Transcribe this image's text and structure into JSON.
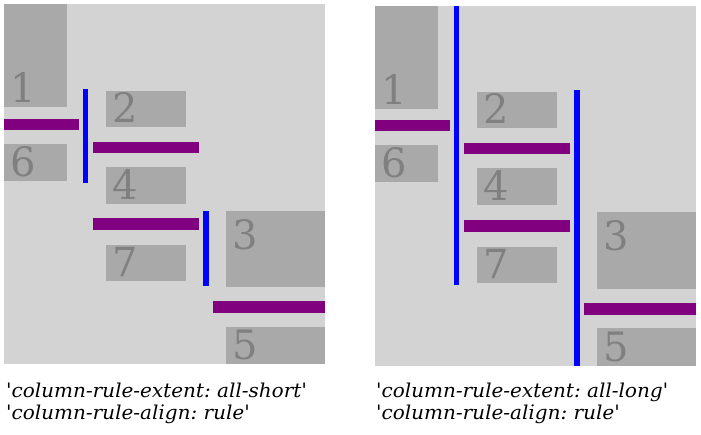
{
  "colors": {
    "page_bg": "#ffffff",
    "panel_bg": "#d3d3d3",
    "box_bg": "#a9a9a9",
    "number": "#808080",
    "rule_purple": "#800080",
    "rule_blue": "#0000ff",
    "caption": "#000000"
  },
  "panels": [
    {
      "name": "all-short",
      "blocks": [
        {
          "number": "1"
        },
        {
          "number": "2"
        },
        {
          "number": "3"
        },
        {
          "number": "4"
        },
        {
          "number": "5"
        },
        {
          "number": "6"
        },
        {
          "number": "7"
        }
      ],
      "caption": {
        "quote": "'",
        "line1": "column-rule-extent: all-short",
        "line2": "column-rule-align: rule"
      }
    },
    {
      "name": "all-long",
      "blocks": [
        {
          "number": "1"
        },
        {
          "number": "2"
        },
        {
          "number": "3"
        },
        {
          "number": "4"
        },
        {
          "number": "5"
        },
        {
          "number": "6"
        },
        {
          "number": "7"
        }
      ],
      "caption": {
        "quote": "'",
        "line1": "column-rule-extent: all-long",
        "line2": "column-rule-align: rule"
      }
    }
  ]
}
